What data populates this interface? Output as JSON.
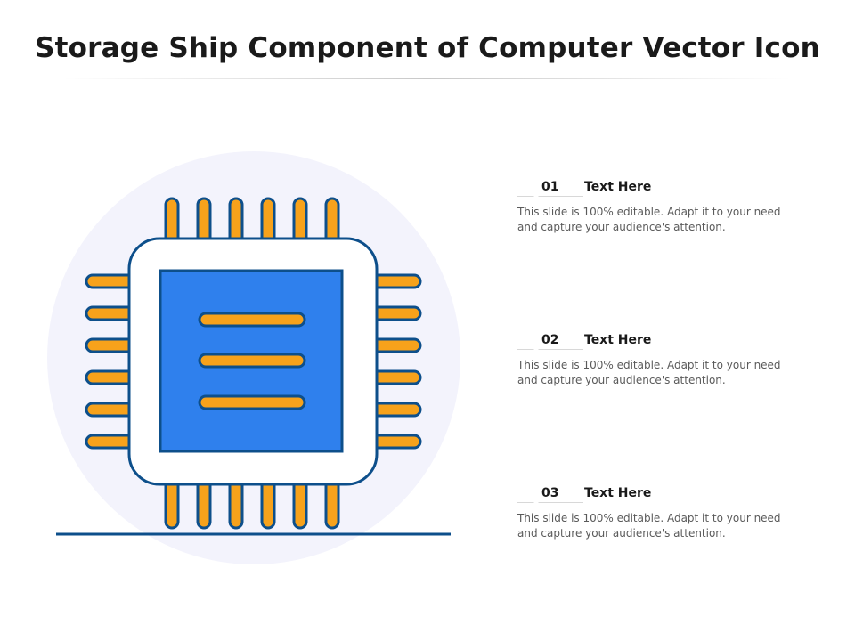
{
  "title": "Storage Ship Component of Computer Vector Icon",
  "colors": {
    "background_circle": "#f3f3fc",
    "chip_outline": "#0d4f8b",
    "chip_body": "#ffffff",
    "chip_core": "#2f80ed",
    "pin_fill": "#f7a21b"
  },
  "items": [
    {
      "number": "01",
      "heading": "Text Here",
      "description": "This slide is 100% editable. Adapt it to your need and capture your audience's attention."
    },
    {
      "number": "02",
      "heading": "Text Here",
      "description": "This slide is 100% editable. Adapt it to your need and capture your audience's attention."
    },
    {
      "number": "03",
      "heading": "Text Here",
      "description": "This slide is 100% editable. Adapt it to your need and capture your audience's attention."
    }
  ]
}
